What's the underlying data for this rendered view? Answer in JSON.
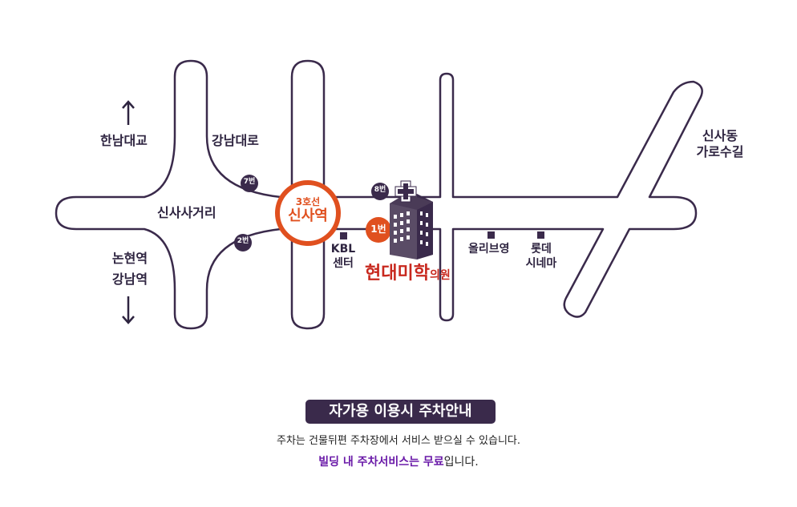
{
  "map": {
    "road_labels": {
      "sinsa_intersection": "신사사거리",
      "hannam_bridge": "한남대교",
      "gangnam_daero": "강남대로",
      "nonhyeon_1": "논현역",
      "nonhyeon_2": "강남역",
      "garosu_1": "신사동",
      "garosu_2": "가로수길"
    },
    "station": {
      "line": "3호선",
      "name": "신사역"
    },
    "exits": {
      "e7": "7번",
      "e8": "8번",
      "e2": "2번",
      "e1": "1번"
    },
    "landmarks": {
      "kbl_1": "KBL",
      "kbl_2": "센터",
      "oliveyoung": "올리브영",
      "lotte_1": "롯데",
      "lotte_2": "시네마"
    },
    "clinic": {
      "name": "현대미학",
      "suffix": "의원"
    },
    "colors": {
      "road": "#3a2a4b",
      "station": "#e0501f",
      "clinic": "#c8281e",
      "highlight": "#6a1aa8"
    }
  },
  "parking": {
    "title": "자가용 이용시 주차안내",
    "note": "주차는 건물뒤편 주차장에서 서비스 받으실 수 있습니다.",
    "free_highlight": "빌딩 내 주차서비스는 무료",
    "free_suffix": "입니다."
  }
}
